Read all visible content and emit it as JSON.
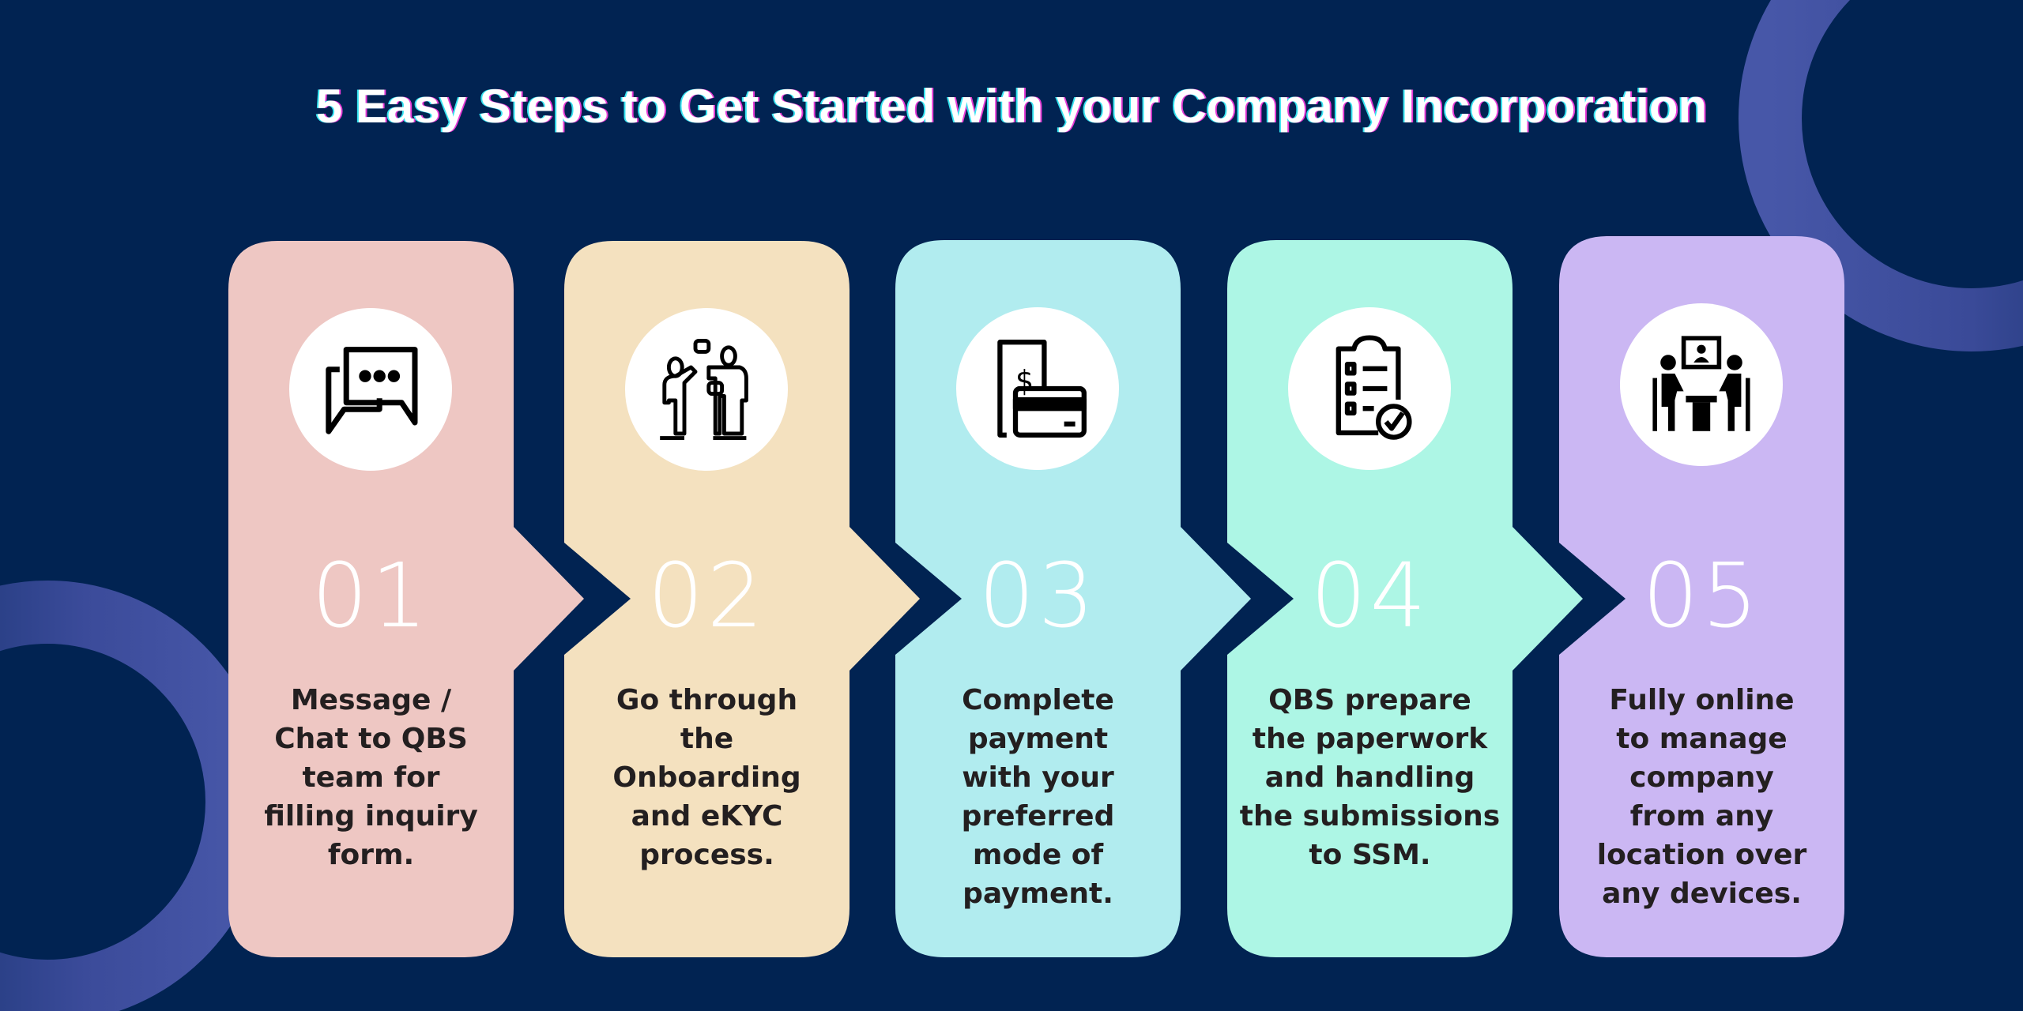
{
  "title": "5 Easy Steps to Get Started with your Company Incorporation",
  "colors": {
    "background": "#012352",
    "ring": "#4757a8",
    "text": "#231f20"
  },
  "steps": [
    {
      "number": "01",
      "icon": "chat-bubbles-icon",
      "color": "#eec7c3",
      "lines": [
        "Message /",
        "Chat to QBS",
        "team for",
        "filling inquiry",
        "form."
      ]
    },
    {
      "number": "02",
      "icon": "people-conversation-icon",
      "color": "#f4e1bf",
      "lines": [
        "Go through",
        "the",
        "Onboarding",
        "and eKYC",
        "process."
      ]
    },
    {
      "number": "03",
      "icon": "phone-payment-card-icon",
      "color": "#b1ecef",
      "lines": [
        "Complete",
        "payment",
        "with your",
        "preferred",
        "mode of",
        "payment."
      ]
    },
    {
      "number": "04",
      "icon": "clipboard-checklist-icon",
      "color": "#adf6e5",
      "lines": [
        "QBS prepare",
        "the paperwork",
        "and handling",
        "the submissions",
        "to SSM."
      ]
    },
    {
      "number": "05",
      "icon": "video-meeting-icon",
      "color": "#cbb7f3",
      "lines": [
        "Fully online",
        "to manage",
        "company",
        "from any",
        "location over",
        "any devices."
      ]
    }
  ]
}
